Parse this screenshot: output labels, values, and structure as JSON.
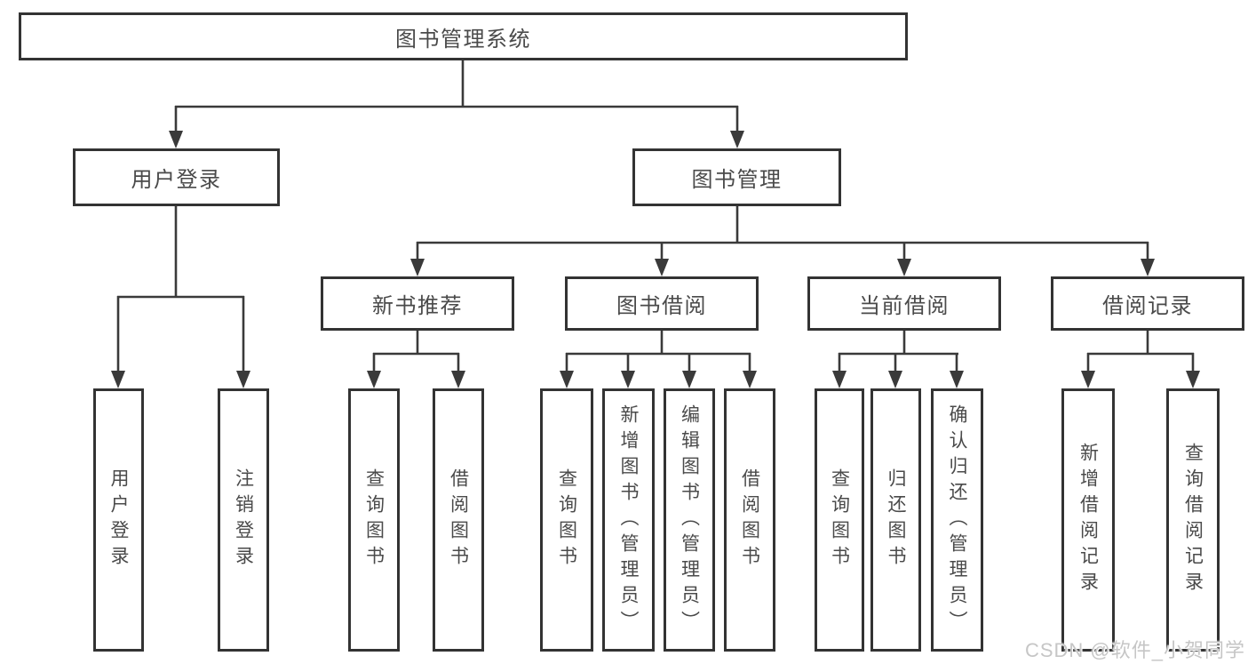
{
  "diagram": {
    "root": {
      "label": "图书管理系统"
    },
    "level2": {
      "user_login": {
        "label": "用户登录"
      },
      "book_mgmt": {
        "label": "图书管理"
      }
    },
    "level3": {
      "new_books": {
        "label": "新书推荐"
      },
      "book_borrow": {
        "label": "图书借阅"
      },
      "current_borrow": {
        "label": "当前借阅"
      },
      "borrow_records": {
        "label": "借阅记录"
      }
    },
    "leaves": {
      "user_login": [
        "用户登录",
        "注销登录"
      ],
      "new_books": [
        "查询图书",
        "借阅图书"
      ],
      "book_borrow": [
        "查询图书",
        "新增图书（管理员）",
        "编辑图书（管理员）",
        "借阅图书"
      ],
      "current_borrow": [
        "查询图书",
        "归还图书",
        "确认归还（管理员）"
      ],
      "borrow_records": [
        "新增借阅记录",
        "查询借阅记录"
      ]
    }
  },
  "watermark": {
    "text": "CSDN @软件_小贺同学"
  },
  "colors": {
    "line": "#3a3a3a",
    "box_border": "#333333",
    "label_text": "#4a4a4a",
    "watermark_text": "#c6c6c6",
    "page_bg": "#ffffff"
  }
}
